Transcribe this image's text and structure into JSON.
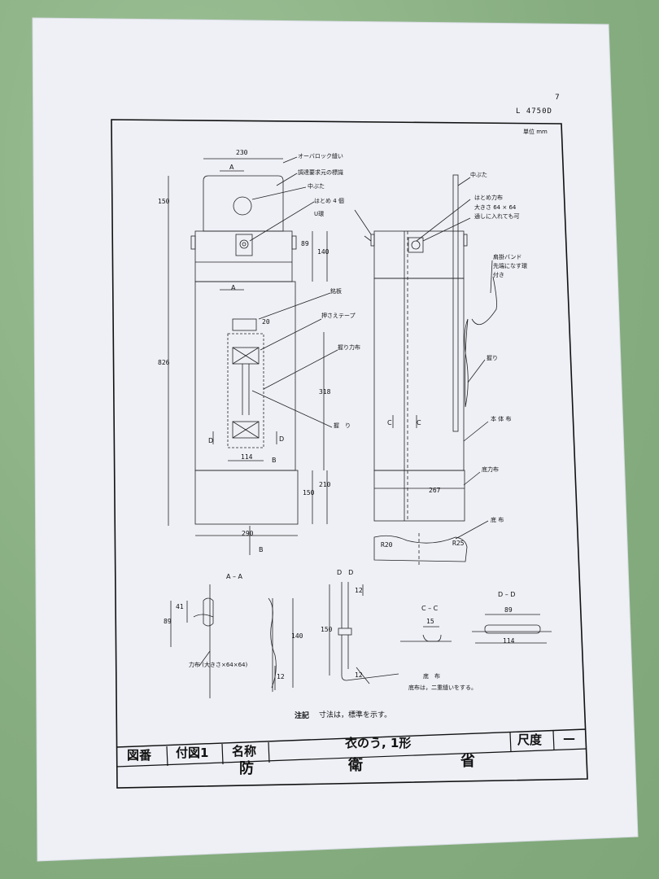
{
  "header": {
    "page_number": "7",
    "standard_code": "L 4750D",
    "unit_label": "単位 mm"
  },
  "labels": {
    "overlock": "オーバロック縫い",
    "origin_mark": "調達要求元の標識",
    "inner_lid_left": "中ぶた",
    "eyelet4": "はとめ 4 個",
    "u_ring": "U環",
    "nameplate": "銘板",
    "press_tape": "押さえテープ",
    "grip_reinforcement": "握り力布",
    "grip_left": "握　り",
    "inner_lid_right": "中ぶた",
    "eyelet_reinf_1": "はとめ力布",
    "eyelet_reinf_2": "大きさ 64 × 64",
    "eyelet_reinf_3": "通しに入れても可",
    "shoulder_band_1": "肩掛バンド",
    "shoulder_band_2": "先端になす環",
    "shoulder_band_3": "付き",
    "grip_right": "握り",
    "body_cloth": "本 体 布",
    "bottom_reinf": "底力布",
    "bottom_cloth": "底 布",
    "sec_AA": "A – A",
    "sec_DD_top": "D　D",
    "sec_CC": "C – C",
    "sec_DD": "D – D",
    "reinf_size": "力布 (大きさ×64×64)",
    "bottom_cloth_2": "底　布",
    "bottom_sewing": "底布は，二重縫いをする。",
    "note_head": "注記",
    "note_text": "寸法は，標準を示す。"
  },
  "dimensions": {
    "d230": "230",
    "d150a": "150",
    "d89": "89",
    "d140": "140",
    "d20": "20",
    "d826": "826",
    "d318": "318",
    "d114": "114",
    "d150b": "150",
    "d210": "210",
    "d290": "290",
    "d267": "267",
    "r20": "R20",
    "r25": "R25",
    "aa41": "41",
    "aa89": "89",
    "aa140": "140",
    "aa12": "12",
    "dd12": "12",
    "dd150": "150",
    "dd12b": "12",
    "cc15": "15",
    "dd89": "89",
    "dd114": "114",
    "sym_A": "A",
    "sym_B": "B",
    "sym_C": "C",
    "sym_D": "D"
  },
  "title_block": {
    "drawing_no_label": "図番",
    "drawing_no_value": "付図1",
    "name_label": "名称",
    "name_value": "衣のう, 1形",
    "scale_label": "尺度",
    "scale_value": "—",
    "ministry": [
      "防",
      "衛",
      "省"
    ]
  }
}
